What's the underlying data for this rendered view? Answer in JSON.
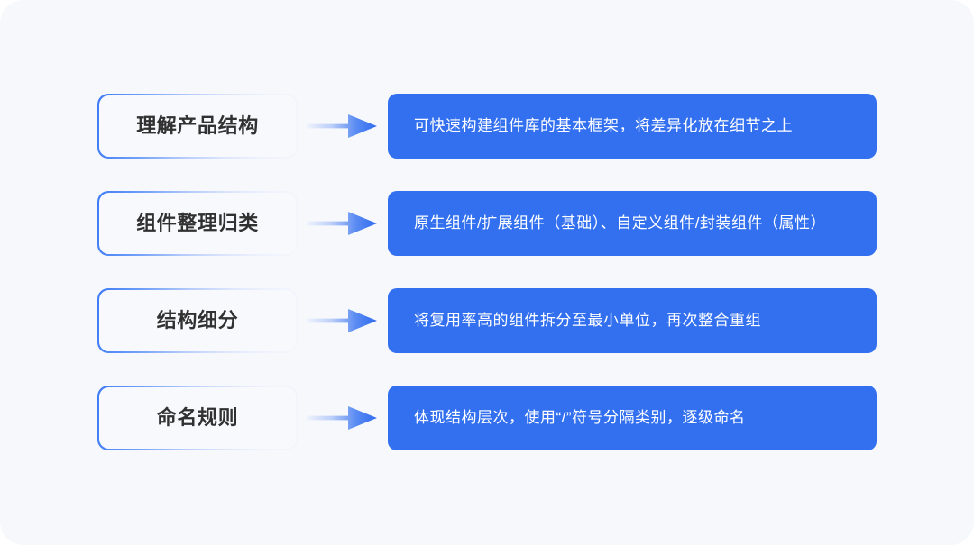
{
  "theme": {
    "canvas_background": "#f7f8fc",
    "accent_blue": "#3370f0",
    "border_gradient_start": "#3e7bf6",
    "border_gradient_end": "#f4f6fc",
    "stage_fill": "#f8f9fd",
    "stage_text_color": "#313131",
    "detail_text_color": "#ffffff"
  },
  "diagram": {
    "type": "process-flow",
    "orientation": "vertical-list-horizontal-pairs",
    "arrow_icon": "arrow-right-icon",
    "rows": [
      {
        "stage": "理解产品结构",
        "detail": "可快速构建组件库的基本框架，将差异化放在细节之上"
      },
      {
        "stage": "组件整理归类",
        "detail": "原生组件/扩展组件（基础）、自定义组件/封装组件（属性）"
      },
      {
        "stage": "结构细分",
        "detail": "将复用率高的组件拆分至最小单位，再次整合重组"
      },
      {
        "stage": "命名规则",
        "detail": "体现结构层次，使用“/”符号分隔类别，逐级命名"
      }
    ]
  }
}
